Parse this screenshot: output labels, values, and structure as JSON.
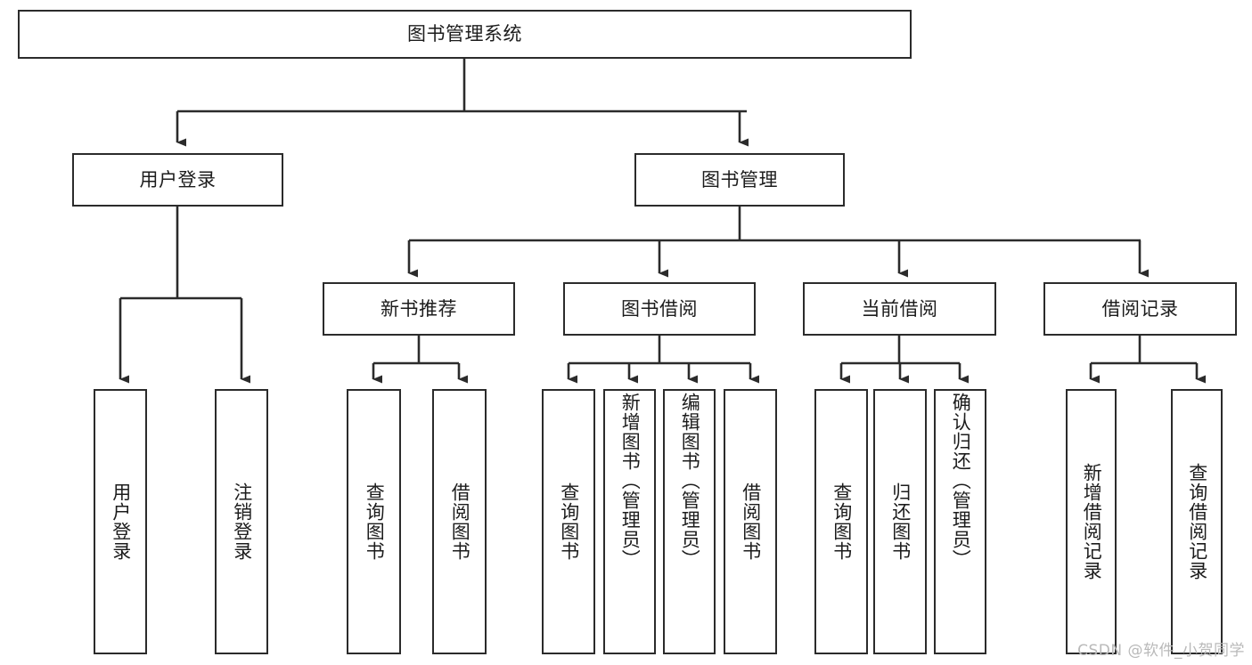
{
  "diagram": {
    "title": "图书管理系统",
    "type": "tree",
    "watermark": "CSDN @软件_小贺同学",
    "colors": {
      "stroke": "#2b2b2b",
      "text": "#1c1c1c",
      "background": "#ffffff",
      "watermark": "#b9b9b9"
    },
    "nodes": {
      "root": {
        "label": "图书管理系统"
      },
      "level2": [
        {
          "label": "用户登录"
        },
        {
          "label": "图书管理"
        }
      ],
      "level3": [
        {
          "label": "新书推荐"
        },
        {
          "label": "图书借阅"
        },
        {
          "label": "当前借阅"
        },
        {
          "label": "借阅记录"
        }
      ],
      "leaves_user_login": [
        {
          "label": "用户登录"
        },
        {
          "label": "注销登录"
        }
      ],
      "leaves_new_book": [
        {
          "label": "查询图书"
        },
        {
          "label": "借阅图书"
        }
      ],
      "leaves_borrow": [
        {
          "label": "查询图书"
        },
        {
          "label": "新增图书（管理员）"
        },
        {
          "label": "编辑图书（管理员）"
        },
        {
          "label": "借阅图书"
        }
      ],
      "leaves_current": [
        {
          "label": "查询图书"
        },
        {
          "label": "归还图书"
        },
        {
          "label": "确认归还（管理员）"
        }
      ],
      "leaves_records": [
        {
          "label": "新增借阅记录"
        },
        {
          "label": "查询借阅记录"
        }
      ]
    }
  }
}
